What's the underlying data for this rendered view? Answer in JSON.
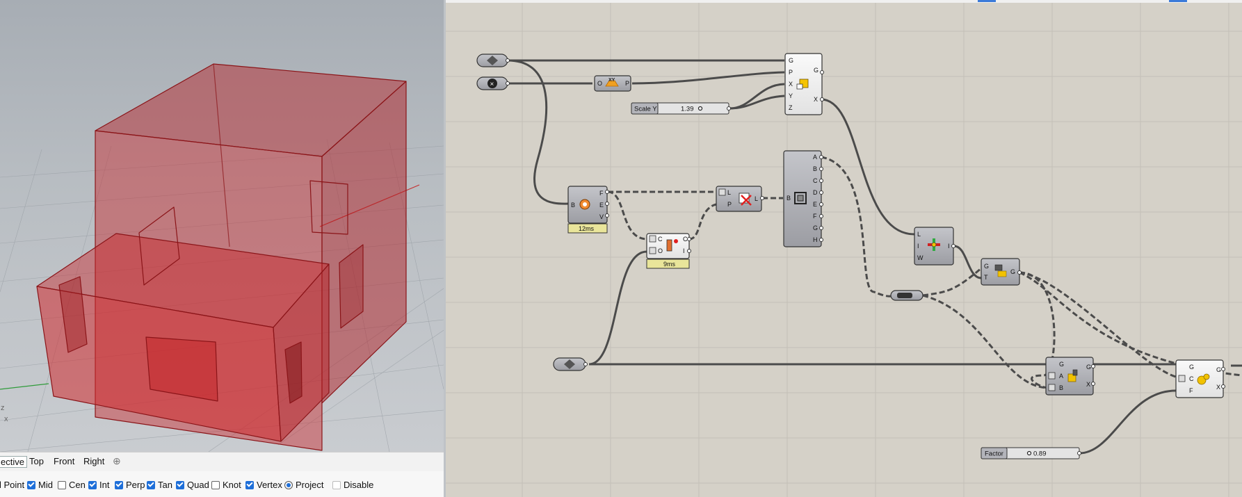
{
  "viewport": {
    "tabs": [
      "ective",
      "Top",
      "Front",
      "Right"
    ],
    "add_tab_icon": "plus-icon"
  },
  "snaps": [
    {
      "label": "l Point",
      "checked": null
    },
    {
      "label": "Mid",
      "checked": true
    },
    {
      "label": "Cen",
      "checked": false
    },
    {
      "label": "Int",
      "checked": true
    },
    {
      "label": "Perp",
      "checked": true
    },
    {
      "label": "Tan",
      "checked": true
    },
    {
      "label": "Quad",
      "checked": true
    },
    {
      "label": "Knot",
      "checked": false
    },
    {
      "label": "Vertex",
      "checked": true
    },
    {
      "label": "Project",
      "checked": "radio"
    },
    {
      "label": "Disable",
      "checked": false
    }
  ],
  "canvas": {
    "sliders": {
      "scale_y": {
        "name": "Scale Y",
        "value": "1.39"
      },
      "factor": {
        "name": "Factor",
        "value": "0.89"
      }
    },
    "timings": {
      "brep_edges": "12ms",
      "cull": "9ms"
    },
    "nodes": {
      "scale_nu": {
        "inputs": [
          "G",
          "P",
          "X",
          "Y",
          "Z"
        ],
        "outputs": [
          "G",
          "X"
        ]
      },
      "xy_plane": {
        "inputs": [
          "O"
        ],
        "outputs": [
          "P"
        ]
      },
      "brep_edges": {
        "inputs": [
          "B"
        ],
        "outputs": [
          "F",
          "E",
          "V"
        ]
      },
      "cull_index": {
        "inputs": [
          "L",
          "P"
        ],
        "outputs": [
          "L"
        ]
      },
      "cull_pattern": {
        "inputs": [
          "C",
          "O"
        ],
        "outputs": [
          "C",
          "I"
        ]
      },
      "deconstruct_brep": {
        "inputs": [
          "B"
        ],
        "outputs": [
          "A",
          "B",
          "C",
          "D",
          "E",
          "F",
          "G",
          "H"
        ]
      },
      "move_node": {
        "inputs": [
          "L",
          "I",
          "W"
        ],
        "outputs": [
          "I"
        ]
      },
      "extrude": {
        "inputs": [
          "G",
          "T"
        ],
        "outputs": [
          "G"
        ]
      },
      "difference": {
        "inputs": [
          "G",
          "A",
          "B"
        ],
        "outputs": [
          "G",
          "X"
        ]
      },
      "scale": {
        "inputs": [
          "G",
          "C",
          "F"
        ],
        "outputs": [
          "G",
          "X"
        ]
      }
    }
  },
  "colors": {
    "canvas_bg": "#d5d1c8",
    "grid": "#c4c0b7",
    "node_grey": "#a9aab0",
    "node_white": "#f1f1f1",
    "timing_bg": "#e9e59a",
    "box_red": "#c8262b",
    "check_blue": "#1e6fd9"
  }
}
